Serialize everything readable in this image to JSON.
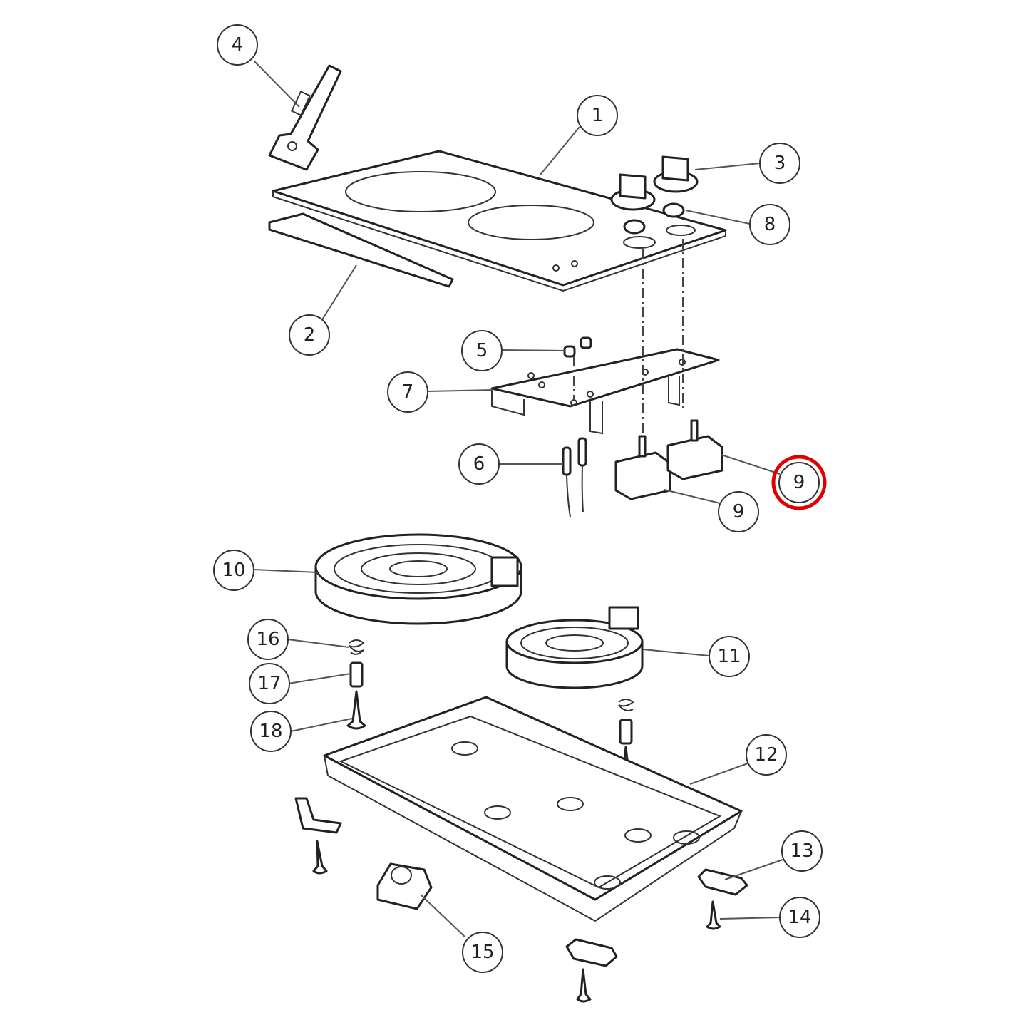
{
  "diagram": {
    "type": "exploded parts diagram",
    "subject": "two-zone ceramic cooktop",
    "highlight_color": "#e00000",
    "highlighted_callout": "9",
    "callouts": [
      {
        "id": "c1",
        "label": "1",
        "part": "ceramic glass top"
      },
      {
        "id": "c2",
        "label": "2",
        "part": "seal strip"
      },
      {
        "id": "c3",
        "label": "3",
        "part": "control knob"
      },
      {
        "id": "c4",
        "label": "4",
        "part": "scraper"
      },
      {
        "id": "c5",
        "label": "5",
        "part": "pilot lamp holders"
      },
      {
        "id": "c6",
        "label": "6",
        "part": "pilot lamps"
      },
      {
        "id": "c7",
        "label": "7",
        "part": "mounting bracket"
      },
      {
        "id": "c8",
        "label": "8",
        "part": "knob bushings"
      },
      {
        "id": "c9a",
        "label": "9",
        "part": "energy regulator"
      },
      {
        "id": "c9b",
        "label": "9",
        "part": "energy regulator"
      },
      {
        "id": "c10",
        "label": "10",
        "part": "large radiant element"
      },
      {
        "id": "c11",
        "label": "11",
        "part": "small radiant element"
      },
      {
        "id": "c12",
        "label": "12",
        "part": "base tray"
      },
      {
        "id": "c13",
        "label": "13",
        "part": "fixing clamp"
      },
      {
        "id": "c14",
        "label": "14",
        "part": "screw"
      },
      {
        "id": "c15",
        "label": "15",
        "part": "terminal block"
      },
      {
        "id": "c16",
        "label": "16",
        "part": "spring"
      },
      {
        "id": "c17",
        "label": "17",
        "part": "spacer"
      },
      {
        "id": "c18",
        "label": "18",
        "part": "screw"
      }
    ]
  }
}
